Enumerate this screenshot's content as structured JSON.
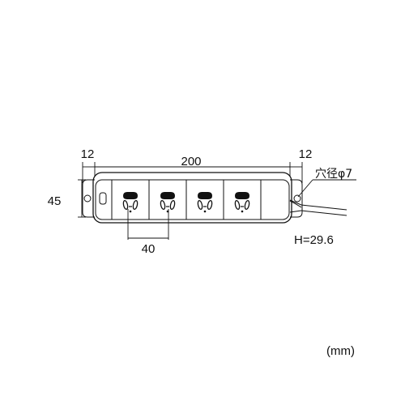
{
  "drawing": {
    "dimensions": {
      "left_tab_width": "12",
      "total_width": "200",
      "right_tab_width": "12",
      "height": "45",
      "outlet_pitch": "40"
    },
    "notes": {
      "hole_diameter": "穴径φ7",
      "thickness": "H=29.6",
      "unit": "(mm)"
    },
    "outlet_count": 4
  }
}
